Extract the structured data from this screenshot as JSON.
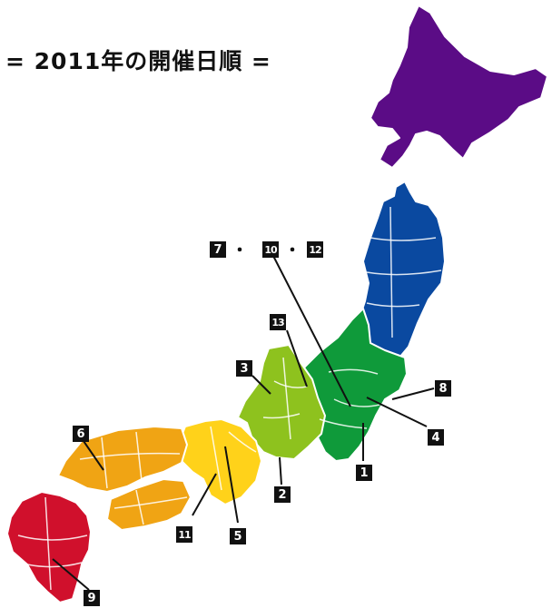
{
  "title": "= 2011年の開催日順 =",
  "colors": {
    "hokkaido": "#5b0c86",
    "tohoku": "#0a49a0",
    "kanto": "#0f9a3a",
    "chubu": "#8ec21e",
    "kinki": "#ffd21a",
    "chugoku_shikoku": "#f0a414",
    "kyushu": "#d0102c"
  },
  "markers": {
    "m1": "1",
    "m2": "2",
    "m3": "3",
    "m4": "4",
    "m5": "5",
    "m6": "6",
    "m7": "7",
    "m8": "8",
    "m9": "9",
    "m10": "10",
    "m11": "11",
    "m12": "12",
    "m13": "13",
    "separator": "・"
  }
}
